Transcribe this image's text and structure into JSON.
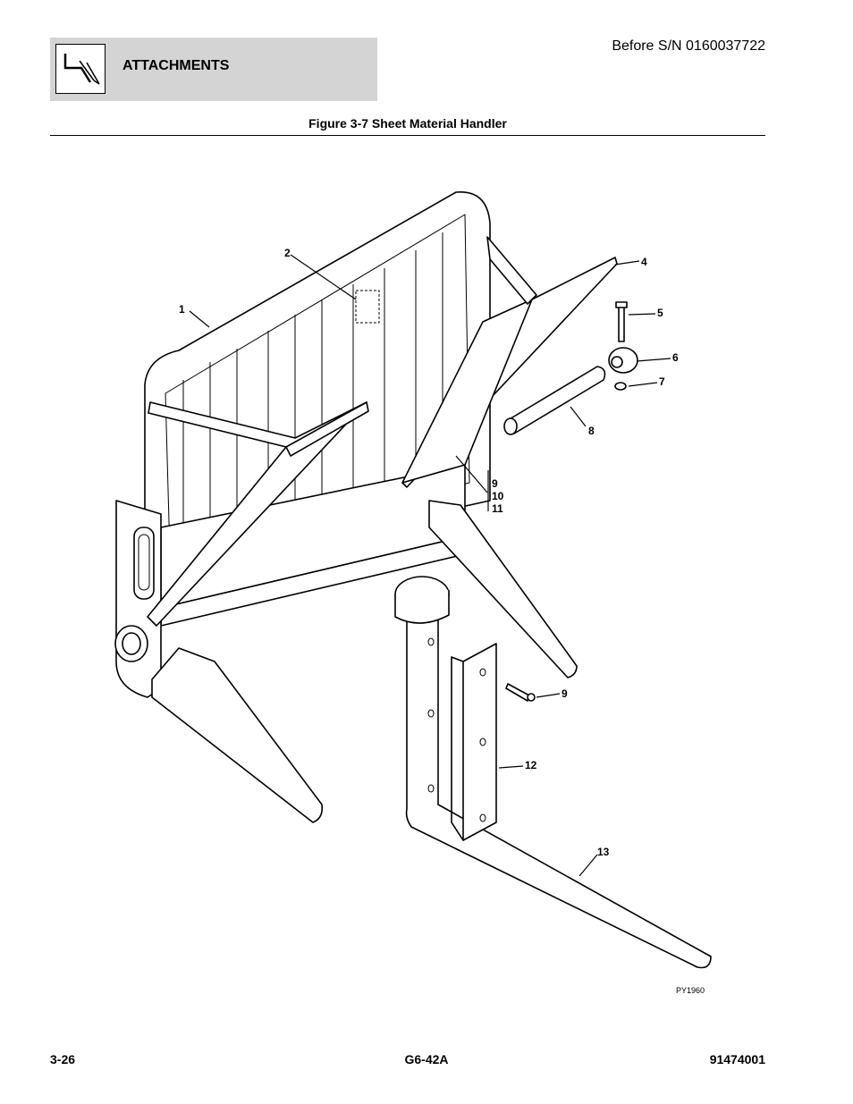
{
  "header": {
    "section_title": "ATTACHMENTS",
    "serial_note": "Before S/N 0160037722",
    "icon": "attachments-icon"
  },
  "figure": {
    "caption": "Figure 3-7 Sheet Material Handler",
    "drawing_id": "PY1960",
    "callouts": [
      "1",
      "2",
      "4",
      "5",
      "6",
      "7",
      "8",
      "9",
      "10",
      "11",
      "9",
      "12",
      "13"
    ]
  },
  "footer": {
    "page_number": "3-26",
    "model": "G6-42A",
    "doc_number": "91474001"
  }
}
